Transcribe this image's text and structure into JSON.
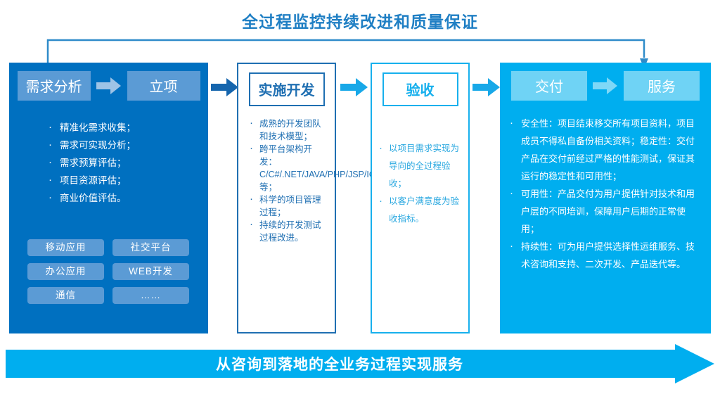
{
  "title": "全过程监控持续改进和质量保证",
  "colors": {
    "title_blue": "#1f7fc4",
    "panel1_blue": "#0070c0",
    "panel4_cyan": "#00aeef",
    "dark_blue": "#1f6fb2",
    "light_blue_chip": "#5b9bd5",
    "cyan_border": "#17b0ed",
    "banner_cyan": "#00aeef"
  },
  "panels": [
    {
      "id": "panel-1",
      "headers": [
        "需求分析",
        "立项"
      ],
      "bullets": [
        "精准化需求收集；",
        "需求可实现分析；",
        "需求预算评估；",
        "项目资源评估；",
        "商业价值评估。"
      ],
      "tags": [
        "移动应用",
        "社交平台",
        "办公应用",
        "WEB开发",
        "通信",
        "……"
      ]
    },
    {
      "id": "panel-2",
      "headers": [
        "实施开发"
      ],
      "bullets": [
        "成熟的开发团队和技术模型；",
        "跨平台架构开发：C/C#/.NET/JAVA/PHP/JSP/IOS/Android等；",
        "科学的项目管理过程；",
        "持续的开发测试过程改进。"
      ],
      "tags": []
    },
    {
      "id": "panel-3",
      "headers": [
        "验收"
      ],
      "bullets": [
        "以项目需求实现为导向的全过程验收；",
        "以客户满意度为验收指标。"
      ],
      "tags": []
    },
    {
      "id": "panel-4",
      "headers": [
        "交付",
        "服务"
      ],
      "bullets": [
        "安全性：项目结束移交所有项目资料，项目成员不得私自备份相关资料；稳定性：交付产品在交付前经过严格的性能测试，保证其运行的稳定性和可用性；",
        "可用性：产品交付为用户提供针对技术和用户层的不同培训，保障用户后期的正常使用；",
        "持续性：可为用户提供选择性运维服务、技术咨询和支持、二次开发、产品迭代等。"
      ],
      "tags": []
    }
  ],
  "bottom_banner": {
    "text": "从咨询到落地的全业务过程实现服务"
  },
  "icons": {
    "step_arrow": "right-arrow-icon",
    "header_arrow": "right-arrow-icon",
    "bracket_arrow": "down-arrow-icon",
    "banner_arrow": "right-arrow-banner-icon"
  }
}
